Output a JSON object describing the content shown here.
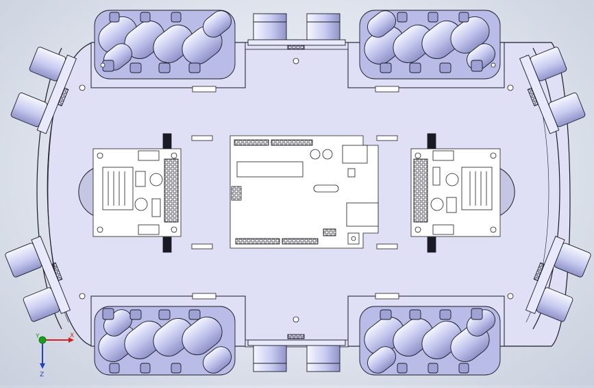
{
  "viewport": {
    "background_top": "#f4f6fb",
    "background_bottom": "#c9cfdc"
  },
  "model": {
    "plate_color": "#dfe0f5",
    "wheel_color": "#c9cbee",
    "board_color": "#ffffff",
    "line_color": "#1a1a24"
  },
  "triad": {
    "x_label": "X",
    "y_label": "Y",
    "z_label": "Z",
    "x_color": "#d42020",
    "y_color": "#18a018",
    "z_color": "#2040c8"
  }
}
